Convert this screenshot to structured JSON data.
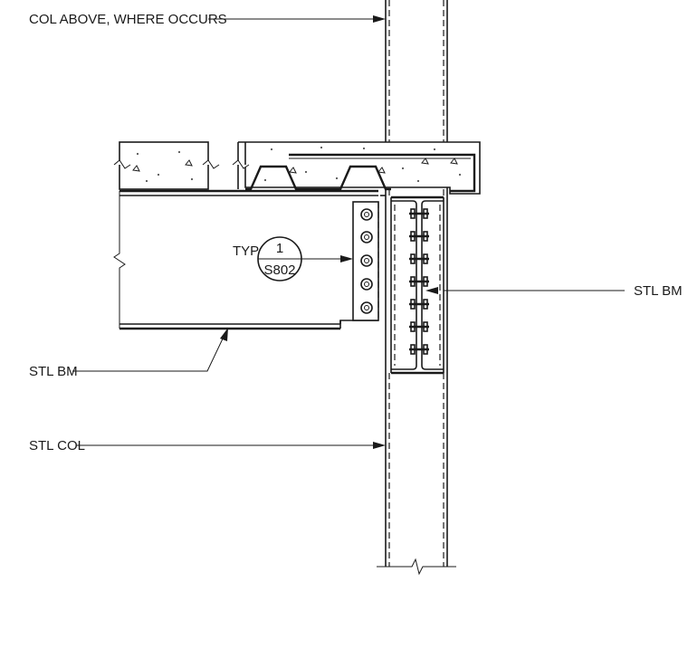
{
  "labels": {
    "col_above": "COL ABOVE, WHERE OCCURS",
    "stl_bm_right": "STL BM",
    "stl_bm_left": "STL BM",
    "stl_col": "STL COL"
  },
  "detail_callout": {
    "prefix": "TYP",
    "number": "1",
    "sheet": "S802"
  },
  "colors": {
    "line": "#1a1a1a",
    "background": "#ffffff"
  }
}
